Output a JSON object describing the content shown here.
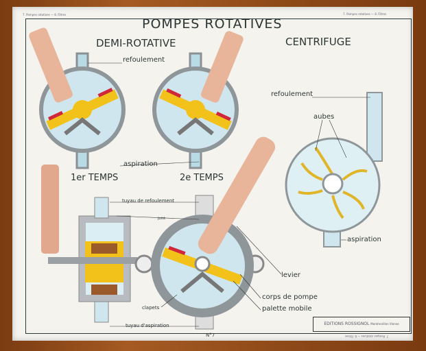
{
  "title": "POMPES ROTATIVES",
  "sections": {
    "demi_rotative": "DEMI-ROTATIVE",
    "centrifuge": "CENTRIFUGE"
  },
  "steps": {
    "first": "1er TEMPS",
    "second": "2e TEMPS"
  },
  "labels": {
    "refoulement_left": "refoulement",
    "refoulement_right": "refoulement",
    "aubes": "aubes",
    "aspiration_left": "aspiration",
    "aspiration_right": "aspiration",
    "tuyau_refoulement": "tuyau de refoulement",
    "joint": "joint",
    "levier": "levier",
    "corps_pompe": "corps de pompe",
    "palette_mobile": "palette mobile",
    "clapets": "clapets",
    "tuyau_aspiration": "tuyau d'aspiration"
  },
  "plate_number": "N°7",
  "publisher": "EDITIONS ROSSIGNOL",
  "publisher_city": "Montmorillon Vienne",
  "series_caption": "7. Pompes rotatives — 8. Filtres",
  "colors": {
    "frame": "#8b4a1c",
    "body": "#9aa0a4",
    "water": "#cfe6ee",
    "palette": "#f2c21a",
    "valve": "#d0283a",
    "handle": "#e8b49a"
  }
}
